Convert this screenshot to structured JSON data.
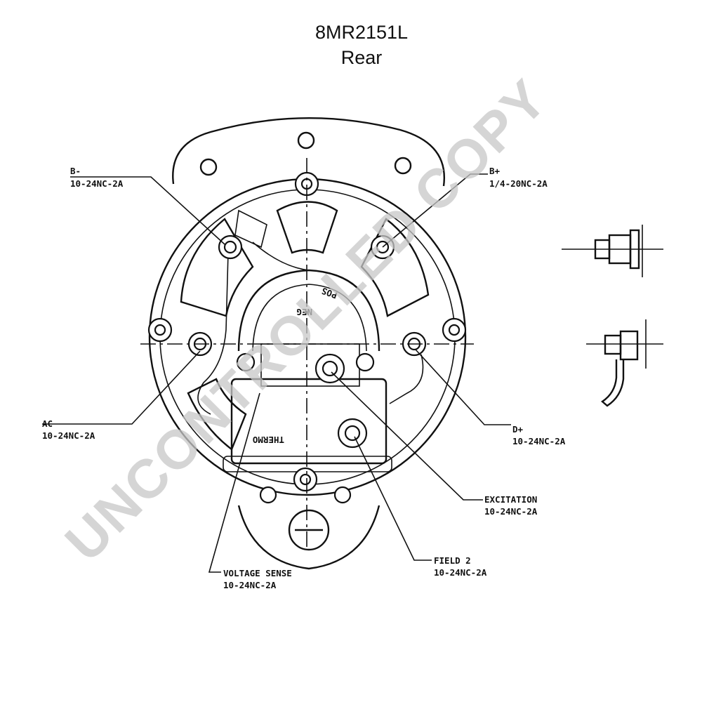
{
  "header": {
    "part_number": "8MR2151L",
    "view": "Rear"
  },
  "watermark": "UNCONTROLLED COPY",
  "terminals": [
    {
      "id": "b-minus",
      "name": "B-",
      "thread": "10-24NC-2A"
    },
    {
      "id": "b-plus",
      "name": "B+",
      "thread": "1/4-20NC-2A"
    },
    {
      "id": "ac",
      "name": "AC",
      "thread": "10-24NC-2A"
    },
    {
      "id": "d-plus",
      "name": "D+",
      "thread": "10-24NC-2A"
    },
    {
      "id": "excitation",
      "name": "EXCITATION",
      "thread": "10-24NC-2A"
    },
    {
      "id": "voltage-sense",
      "name": "VOLTAGE SENSE",
      "thread": "10-24NC-2A"
    },
    {
      "id": "field-2",
      "name": "FIELD 2",
      "thread": "10-24NC-2A"
    }
  ],
  "stamps": [
    "NEG",
    "POS",
    "THERMO"
  ]
}
